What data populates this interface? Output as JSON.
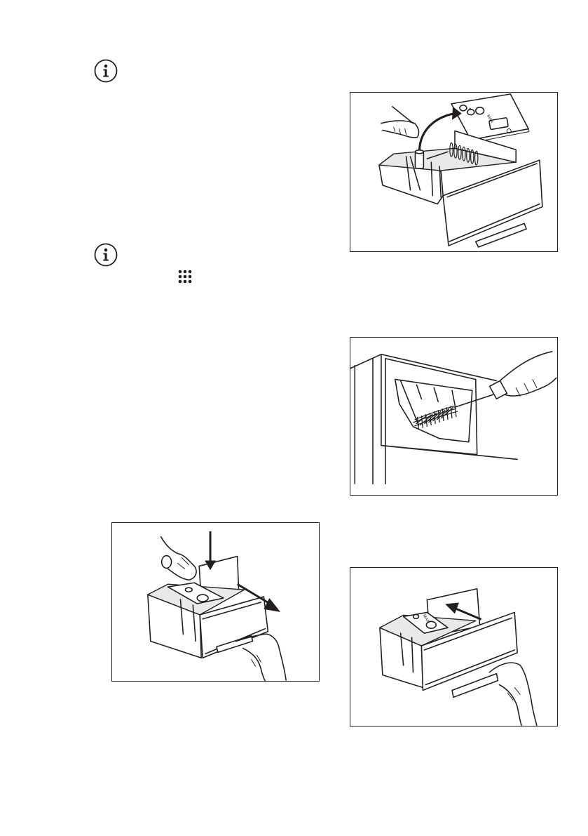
{
  "page": {
    "notes": [
      {
        "icon": "info-icon"
      },
      {
        "icon": "info-icon",
        "inline_symbol": "nine-dots-icon"
      }
    ],
    "figures": [
      {
        "name": "dispenser-cap-removal",
        "icon": "arrow-up-curve-icon",
        "cap_label": "MAX"
      },
      {
        "name": "dispenser-recess-cleaning",
        "icon": "brush-icon"
      },
      {
        "name": "dispenser-pull-out",
        "icon": "arrow-down-icon"
      },
      {
        "name": "dispenser-push-in",
        "icon": "arrow-left-icon",
        "cap_label": "MAX"
      }
    ]
  }
}
